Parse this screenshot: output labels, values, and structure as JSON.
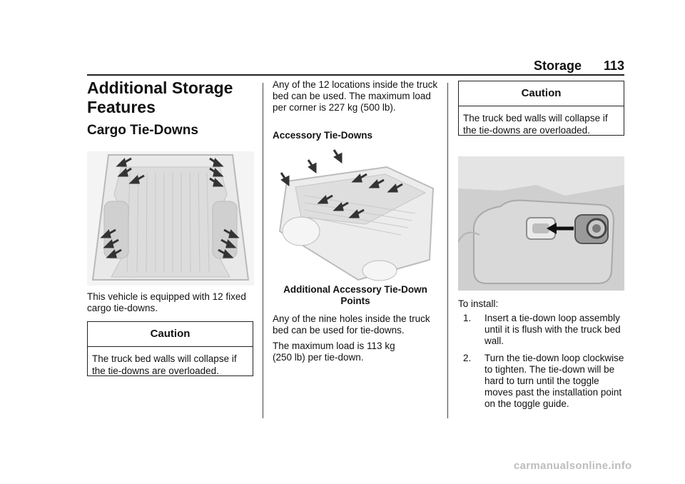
{
  "header": {
    "section": "Storage",
    "page_number": "113"
  },
  "col1": {
    "title": "Additional Storage Features",
    "subtitle": "Cargo Tie-Downs",
    "intro": "This vehicle is equipped with 12 fixed cargo tie-downs.",
    "caution": {
      "title": "Caution",
      "text": "The truck bed walls will collapse if the tie-downs are overloaded."
    }
  },
  "col2": {
    "para1": "Any of the 12 locations inside the truck bed can be used. The maximum load per corner is 227 kg (500 lb).",
    "subhead": "Accessory Tie-Downs",
    "figure_caption": "Additional Accessory Tie-Down Points",
    "para2": "Any of the nine holes inside the truck bed can be used for tie-downs.",
    "para3": "The maximum load is 113 kg (250 lb) per tie-down."
  },
  "col3": {
    "caution": {
      "title": "Caution",
      "text": "The truck bed walls will collapse if the tie-downs are overloaded."
    },
    "install_label": "To install:",
    "steps": [
      {
        "num": "1.",
        "text": "Insert a tie-down loop assembly until it is flush with the truck bed wall."
      },
      {
        "num": "2.",
        "text": "Turn the tie-down loop clockwise to tighten. The tie-down will be hard to turn until the toggle moves past the installation point on the toggle guide."
      }
    ]
  },
  "watermark": "carmanualsonline.info"
}
